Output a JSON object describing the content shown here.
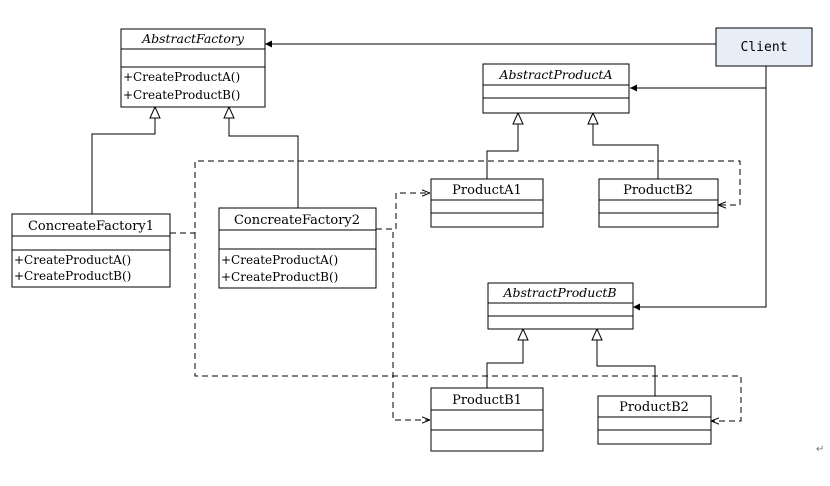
{
  "colors": {
    "client_fill": "#E8EEF8",
    "line": "#000000",
    "box_fill": "#FFFFFF"
  },
  "classes": {
    "abstract_factory": {
      "name": "AbstractFactory",
      "methods": [
        "+CreateProductA()",
        "+CreateProductB()"
      ]
    },
    "abstract_product_a": {
      "name": "AbstractProductA"
    },
    "abstract_product_b": {
      "name": "AbstractProductB"
    },
    "concrete_factory_1": {
      "name": "ConcreateFactory1",
      "methods": [
        "+CreateProductA()",
        "+CreateProductB()"
      ]
    },
    "concrete_factory_2": {
      "name": "ConcreateFactory2",
      "methods": [
        "+CreateProductA()",
        "+CreateProductB()"
      ]
    },
    "product_a1": {
      "name": "ProductA1"
    },
    "product_b2_upper": {
      "name": "ProductB2"
    },
    "product_b1": {
      "name": "ProductB1"
    },
    "product_b2_lower": {
      "name": "ProductB2"
    }
  },
  "client": {
    "label": "Client"
  },
  "paragraph_mark": "↵"
}
